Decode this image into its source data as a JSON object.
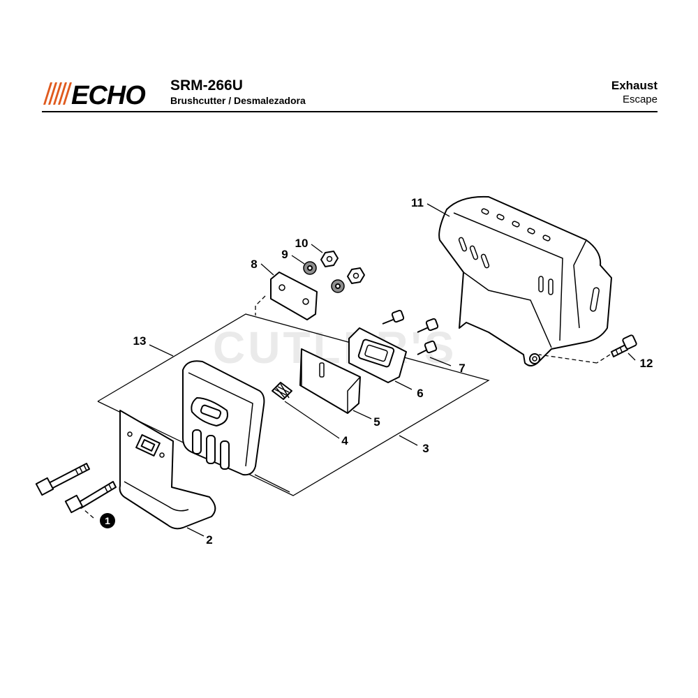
{
  "header": {
    "brand": "ECHO",
    "model": "SRM-266U",
    "subtitle": "Brushcutter / Desmalezadora",
    "section": "Exhaust",
    "section_sub": "Escape"
  },
  "watermark": "CUTLER'S",
  "callouts": {
    "c1": "1",
    "c2": "2",
    "c3": "3",
    "c4": "4",
    "c5": "5",
    "c6": "6",
    "c7": "7",
    "c8": "8",
    "c9": "9",
    "c10": "10",
    "c11": "11",
    "c12": "12",
    "c13": "13"
  },
  "colors": {
    "brand_accent": "#e05a1e",
    "ink": "#000000",
    "watermark": "#d9d9d9"
  }
}
